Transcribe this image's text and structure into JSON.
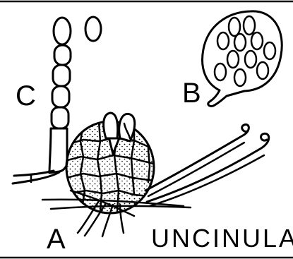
{
  "figure": {
    "labels": {
      "a": "A",
      "b": "B",
      "c": "C",
      "genus": "UNCINULA"
    }
  }
}
